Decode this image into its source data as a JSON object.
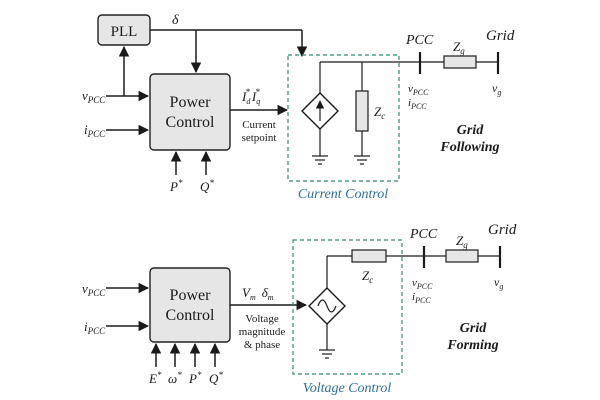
{
  "top": {
    "pll_label": "PLL",
    "delta_label": "δ",
    "power_control": {
      "line1": "Power",
      "line2": "Control"
    },
    "input_v": {
      "base": "v",
      "sub": "PCC"
    },
    "input_i": {
      "base": "i",
      "sub": "PCC"
    },
    "setpoint_symbols": {
      "id": "I",
      "id_sub": "d",
      "iq": "I",
      "iq_sub": "q",
      "star": "*"
    },
    "setpoint_caption": [
      "Current",
      "setpoint"
    ],
    "ref_inputs": [
      {
        "base": "P",
        "sup": "*"
      },
      {
        "base": "Q",
        "sup": "*"
      }
    ],
    "control_block_label": "Current Control",
    "impedance_label": {
      "base": "Z",
      "sub": "c"
    },
    "pcc_label": "PCC",
    "grid_label": "Grid",
    "zg_label": {
      "base": "Z",
      "sub": "g"
    },
    "meas_v": {
      "base": "v",
      "sub": "PCC"
    },
    "meas_i": {
      "base": "i",
      "sub": "PCC"
    },
    "vg_label": {
      "base": "v",
      "sub": "g"
    },
    "mode_label": [
      "Grid",
      "Following"
    ]
  },
  "bottom": {
    "power_control": {
      "line1": "Power",
      "line2": "Control"
    },
    "input_v": {
      "base": "v",
      "sub": "PCC"
    },
    "input_i": {
      "base": "i",
      "sub": "PCC"
    },
    "setpoint_symbols": {
      "vm": "V",
      "vm_sub": "m",
      "dm": "δ",
      "dm_sub": "m"
    },
    "setpoint_caption": [
      "Voltage",
      "magnitude",
      "& phase"
    ],
    "ref_inputs": [
      {
        "base": "E",
        "sup": "*"
      },
      {
        "base": "ω",
        "sup": "*"
      },
      {
        "base": "P",
        "sup": "*"
      },
      {
        "base": "Q",
        "sup": "*"
      }
    ],
    "control_block_label": "Voltage Control",
    "impedance_label": {
      "base": "Z",
      "sub": "c"
    },
    "pcc_label": "PCC",
    "grid_label": "Grid",
    "zg_label": {
      "base": "Z",
      "sub": "g"
    },
    "meas_v": {
      "base": "v",
      "sub": "PCC"
    },
    "meas_i": {
      "base": "i",
      "sub": "PCC"
    },
    "vg_label": {
      "base": "v",
      "sub": "g"
    },
    "mode_label": [
      "Grid",
      "Forming"
    ]
  },
  "colors": {
    "box_fill": "#e6e6e6",
    "dashed_border": "#2e8b74",
    "block_label": "#2e6f99"
  }
}
